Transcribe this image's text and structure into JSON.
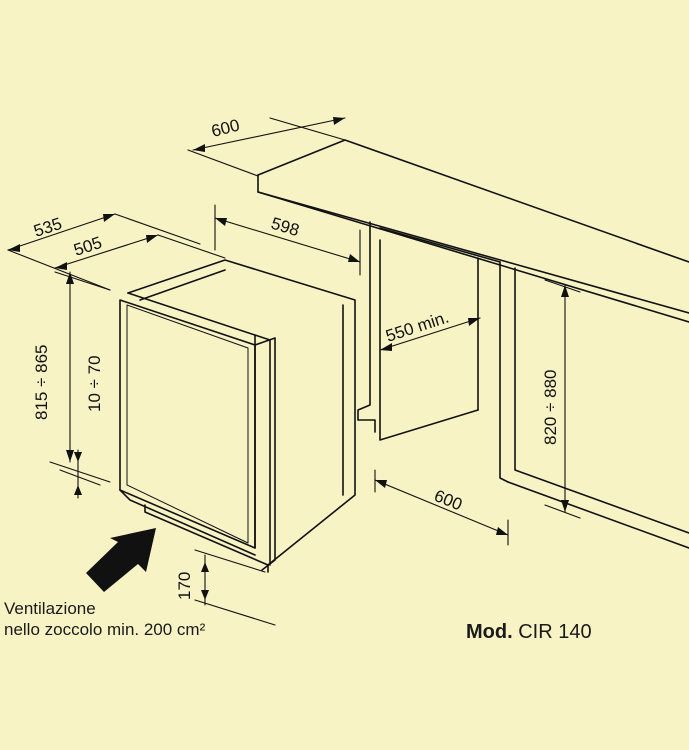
{
  "dimensions": {
    "d600_top": "600",
    "d535": "535",
    "d505": "505",
    "d598": "598",
    "d550": "550 min.",
    "d815_865": "815 ÷ 865",
    "d10_70": "10 ÷ 70",
    "d820_880": "820 ÷ 880",
    "d600_bottom": "600",
    "d170": "170"
  },
  "caption": {
    "line1": "Ventilazione",
    "line2": "nello zoccolo min. 200 cm²"
  },
  "model": {
    "prefix": "Mod.",
    "name": "CIR 140"
  },
  "colors": {
    "background": "#f7f3c4",
    "ink": "#111111"
  }
}
